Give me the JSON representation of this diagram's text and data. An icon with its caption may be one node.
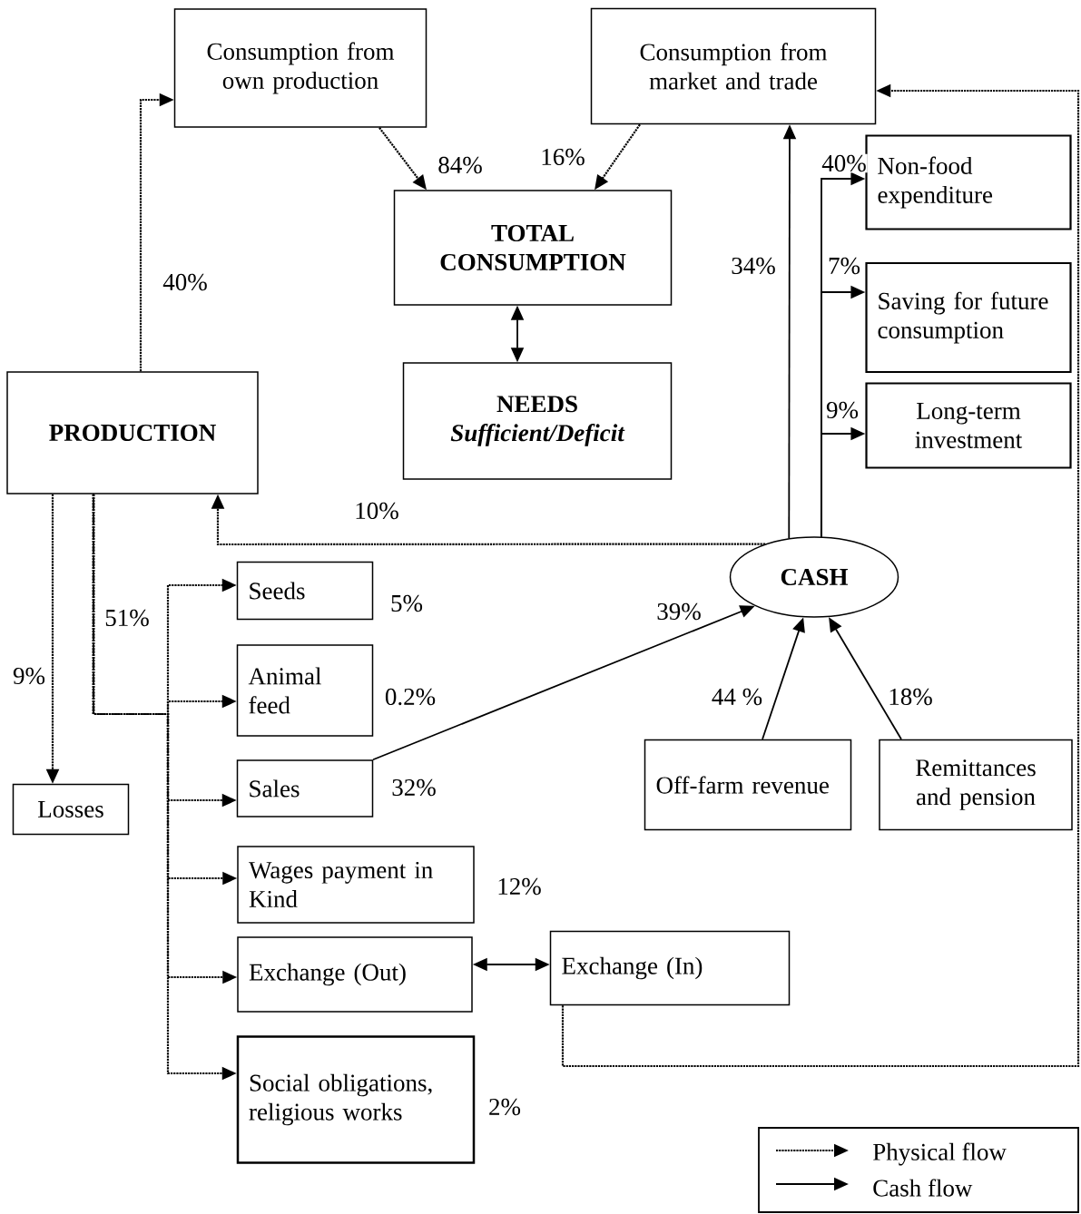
{
  "diagram": {
    "nodes": [
      {
        "text": [
          "Consumption from own production"
        ]
      },
      {
        "text": [
          "Consumption from market and trade"
        ]
      },
      {
        "text": [
          "TOTAL CONSUMPTION"
        ]
      },
      {
        "text": [
          "NEEDS",
          "Sufficient/Deficit"
        ]
      },
      {
        "text": [
          "Non-food expenditure"
        ]
      },
      {
        "text": [
          "Saving for future consumption"
        ]
      },
      {
        "text": [
          "Long-term investment"
        ]
      },
      {
        "text": [
          "PRODUCTION"
        ]
      },
      {
        "text": [
          "CASH"
        ]
      },
      {
        "text": [
          "Seeds"
        ],
        "beside": [
          "5%"
        ]
      },
      {
        "text": [
          "Animal feed"
        ],
        "beside": [
          "0.2%"
        ]
      },
      {
        "text": [
          "Losses"
        ]
      },
      {
        "text": [
          "Sales"
        ],
        "beside": [
          "32%"
        ]
      },
      {
        "text": [
          "Off-farm revenue"
        ]
      },
      {
        "text": [
          "Remittances and pension"
        ]
      },
      {
        "text": [
          "Wages payment in Kind"
        ],
        "beside": [
          "12%"
        ]
      },
      {
        "text": [
          "Exchange (Out)"
        ]
      },
      {
        "text": [
          "Exchange (In)"
        ]
      },
      {
        "text": [
          "Social obligations, religious works"
        ],
        "beside": [
          "2%"
        ]
      }
    ],
    "edges": [
      {
        "from": 7,
        "to": 0,
        "arrow": "to",
        "label": "40%",
        "style": "dashed"
      },
      {
        "from": 0,
        "to": 2,
        "arrow": "to",
        "label": "84%",
        "style": "dashed"
      },
      {
        "from": 1,
        "to": 2,
        "arrow": "to",
        "label": "16%",
        "style": "dashed"
      },
      {
        "from": 2,
        "to": 3,
        "arrow": "both"
      },
      {
        "from": 8,
        "to": 1,
        "arrow": "to",
        "label": "34%"
      },
      {
        "from": 8,
        "to": 4,
        "arrow": "to",
        "label": "40%"
      },
      {
        "from": 8,
        "to": 5,
        "arrow": "to",
        "label": "7%"
      },
      {
        "from": 8,
        "to": 6,
        "arrow": "to",
        "label": "9%"
      },
      {
        "from": 8,
        "to": 7,
        "arrow": "to",
        "label": "10%",
        "style": "dashed"
      },
      {
        "from": 7,
        "to": 11,
        "arrow": "to",
        "label": "9%",
        "style": "dashed"
      },
      {
        "from": 7,
        "to": 9,
        "arrow": "to",
        "style": "dashed"
      },
      {
        "from": 7,
        "to": 10,
        "arrow": "to",
        "style": "dashed"
      },
      {
        "from": 7,
        "to": 12,
        "arrow": "to",
        "style": "dashed"
      },
      {
        "from": 7,
        "to": 15,
        "arrow": "to",
        "style": "dashed"
      },
      {
        "from": 7,
        "to": 16,
        "arrow": "to",
        "style": "dashed"
      },
      {
        "from": 7,
        "to": 18,
        "arrow": "to",
        "style": "dashed"
      },
      {
        "from": 12,
        "to": 8,
        "arrow": "to",
        "label": "39%"
      },
      {
        "from": 13,
        "to": 8,
        "arrow": "to",
        "label": "44 %"
      },
      {
        "from": 14,
        "to": 8,
        "arrow": "to",
        "label": "18%"
      },
      {
        "from": 16,
        "to": 17,
        "arrow": "both"
      },
      {
        "from": 17,
        "to": 1,
        "arrow": "to",
        "style": "dashed"
      }
    ],
    "labels": [
      "51%"
    ],
    "legend": [
      {
        "text": "Physical flow"
      },
      {
        "text": "Cash flow"
      }
    ]
  }
}
